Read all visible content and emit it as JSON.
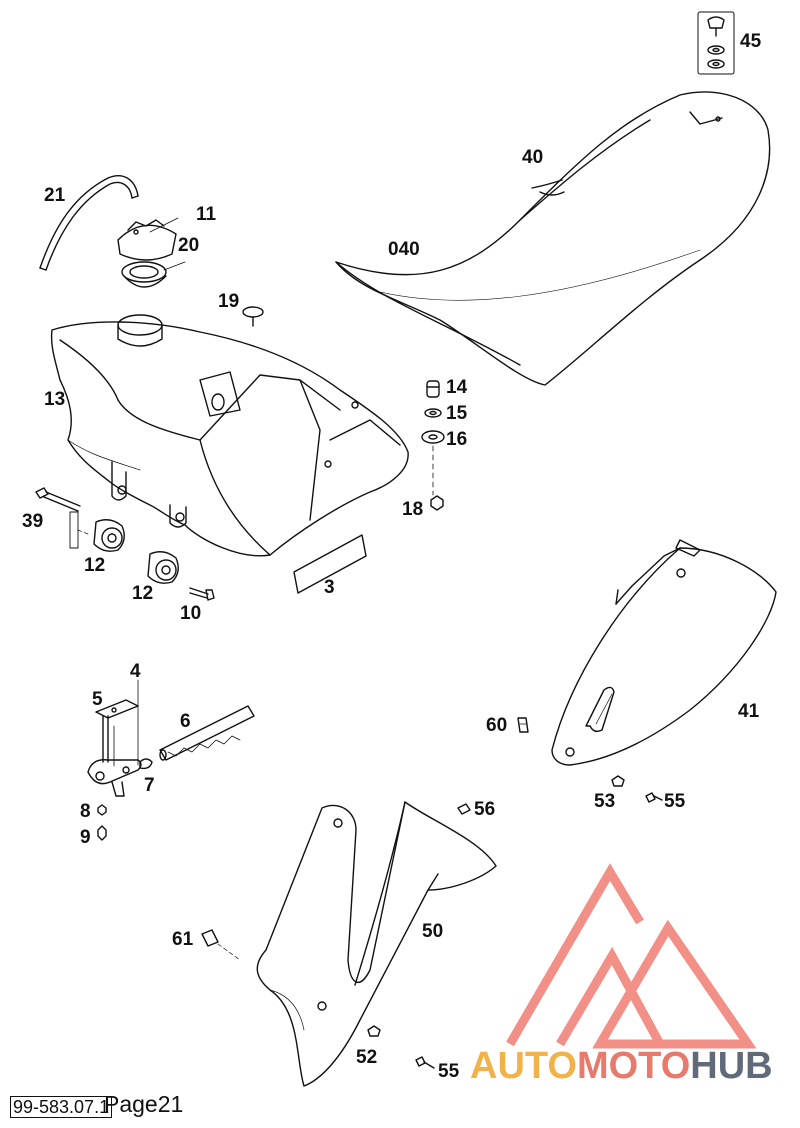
{
  "labels": {
    "p45": "45",
    "p40": "40",
    "p040": "040",
    "p21": "21",
    "p11": "11",
    "p20": "20",
    "p19": "19",
    "p13": "13",
    "p14": "14",
    "p15": "15",
    "p16": "16",
    "p18": "18",
    "p39": "39",
    "p12a": "12",
    "p12b": "12",
    "p10": "10",
    "p3": "3",
    "p4": "4",
    "p5": "5",
    "p6": "6",
    "p7": "7",
    "p8": "8",
    "p9": "9",
    "p60": "60",
    "p41": "41",
    "p53": "53",
    "p55a": "55",
    "p56": "56",
    "p50": "50",
    "p61": "61",
    "p52": "52",
    "p55b": "55"
  },
  "footer": {
    "code": "99-583.07.1",
    "page": "Page21"
  },
  "watermark": {
    "part1": "AUTO",
    "part2": "MOTO",
    "part3": "HUB"
  },
  "colors": {
    "line": "#111111",
    "logo_red": "#ee6a5e",
    "logo_orange": "#f2b24a",
    "logo_grey": "#606a78"
  }
}
